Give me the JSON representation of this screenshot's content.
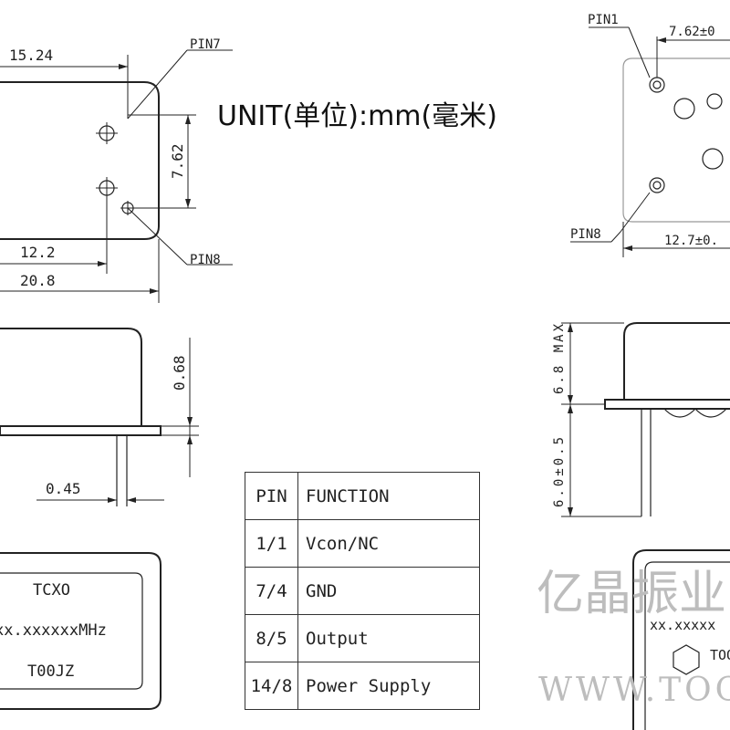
{
  "unit_note": "UNIT(单位):mm(毫米)",
  "top_view": {
    "dim_width_upper": "15.24",
    "dim_pitch": "7.62",
    "dim_width_mid": "12.2",
    "dim_width_total": "20.8",
    "pin_upper_label": "PIN7",
    "pin_lower_label": "PIN8"
  },
  "side_view": {
    "dim_flange": "0.68",
    "dim_pin_dia": "0.45"
  },
  "label_view": {
    "line1": "TCXO",
    "line2": "xx.xxxxxxMHz",
    "line3": "T00JZ"
  },
  "right_top_view": {
    "pin1_label": "PIN1",
    "pin8_label": "PIN8",
    "dim_top": "7.62±0",
    "dim_bottom": "12.7±0."
  },
  "right_side_view": {
    "dim_height": "6.8 MAX",
    "dim_pin_len": "6.0±0.5"
  },
  "right_label_view": {
    "line2": "xx.xxxxx",
    "line3": "TOO"
  },
  "pin_table": {
    "headers": [
      "PIN",
      "FUNCTION"
    ],
    "rows": [
      {
        "pin": "1/1",
        "function": "Vcon/NC"
      },
      {
        "pin": "7/4",
        "function": "GND"
      },
      {
        "pin": "8/5",
        "function": "Output"
      },
      {
        "pin": "14/8",
        "function": "Power Supply"
      }
    ]
  },
  "watermark": {
    "cn": "亿晶振业",
    "url": "WWW.TOO"
  }
}
